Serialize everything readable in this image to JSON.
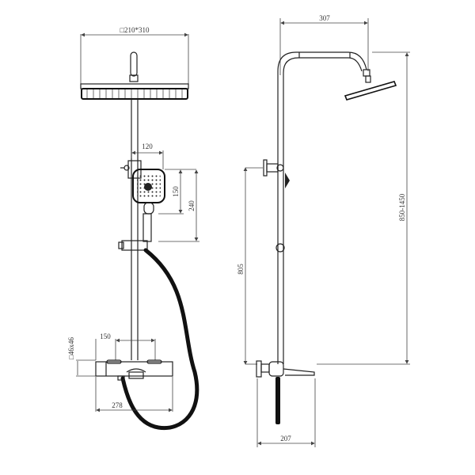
{
  "drawing": {
    "title": "Shower system technical drawing",
    "views": [
      "front-view",
      "side-view"
    ]
  },
  "front_view": {
    "dims": {
      "head_size": "□210*310",
      "handshower_width": "120",
      "handshower_head_height": "150",
      "handshower_total_height": "240",
      "valve_centers": "150",
      "valve_width": "278",
      "valve_section": "□46x46"
    }
  },
  "side_view": {
    "dims": {
      "arm_reach": "307",
      "height_range": "850-1450",
      "valve_to_bracket": "805",
      "spout_projection": "207"
    }
  },
  "colors": {
    "line": "#222222",
    "hose": "#111111",
    "background": "#ffffff"
  }
}
